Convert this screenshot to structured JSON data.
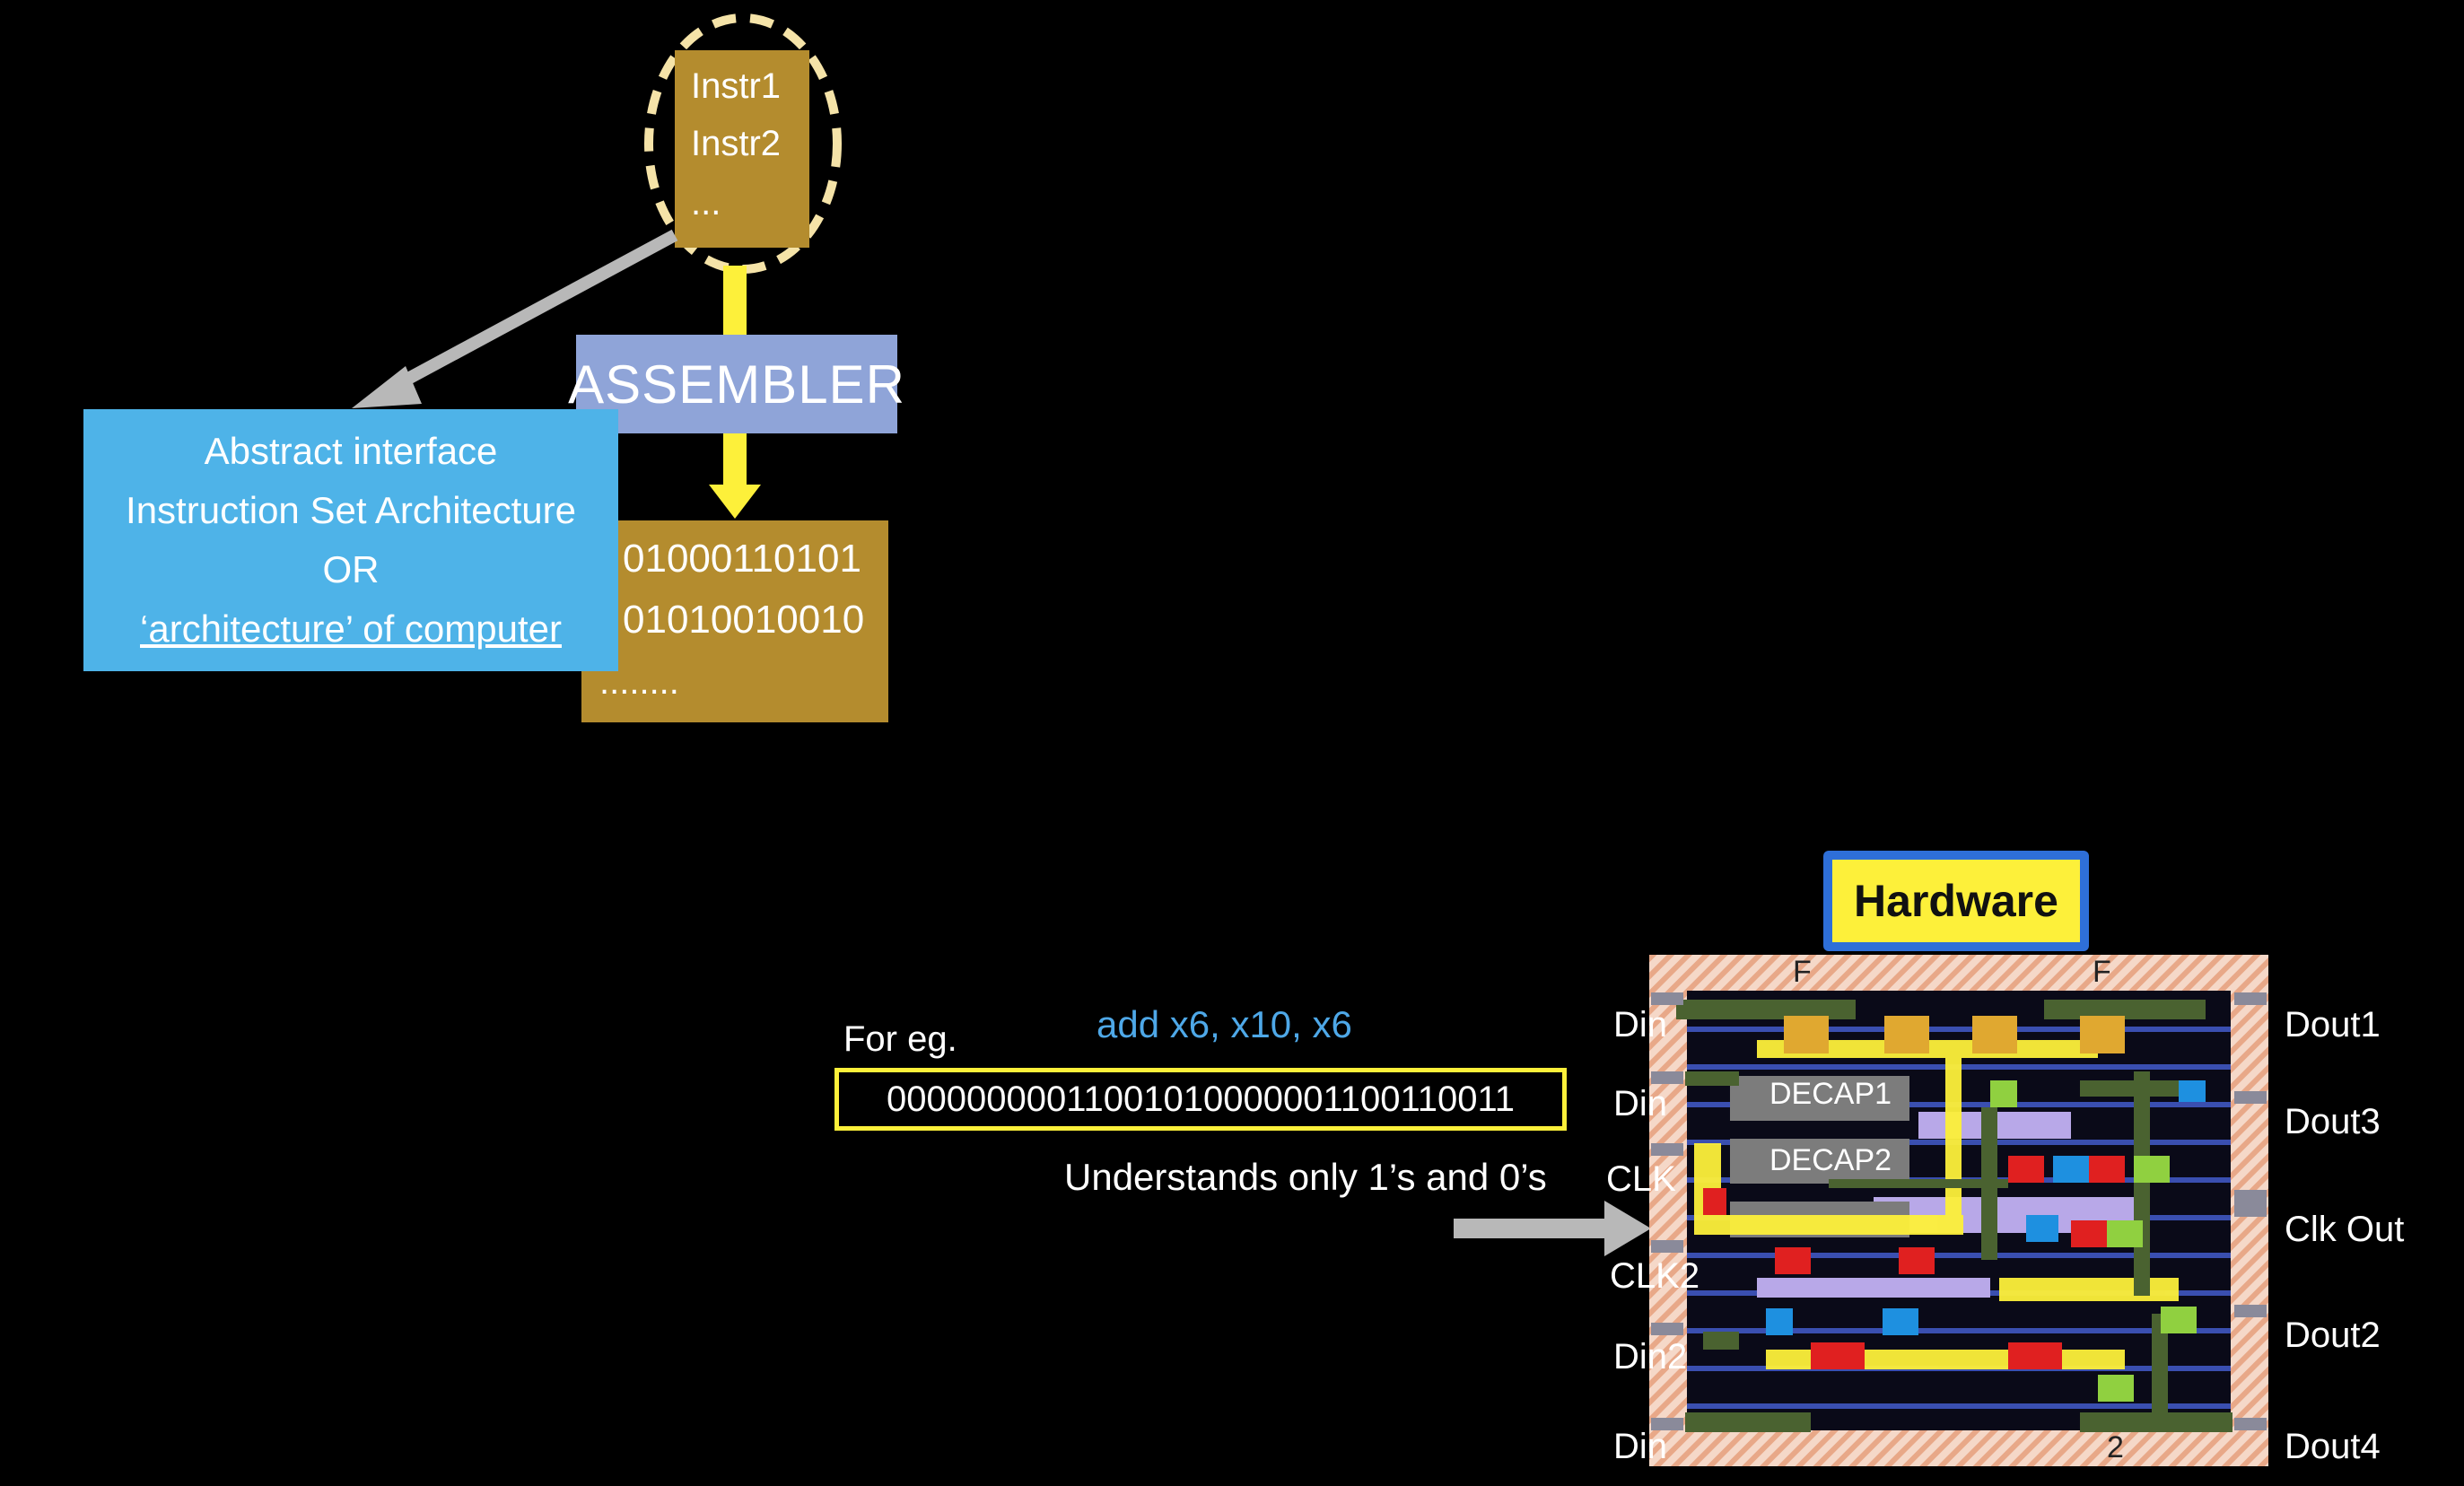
{
  "instr_box": {
    "line1": "Instr1",
    "line2": "Instr2",
    "line3": "..."
  },
  "assembler": {
    "label": "ASSEMBLER"
  },
  "binary_box": {
    "line1": "01000110101",
    "line2": "01010010010",
    "line3": "........"
  },
  "abstract_box": {
    "line1": "Abstract interface",
    "line2": "Instruction Set Architecture",
    "line3": "OR",
    "line4": "‘architecture’ of computer"
  },
  "example": {
    "prefix": "For eg.",
    "instruction": "add x6, x10, x6",
    "machine_code": "00000000011001010000001100110011",
    "note": "Understands only 1’s and 0’s"
  },
  "hardware": {
    "title": "Hardware",
    "left_pins": [
      "Din",
      "Din",
      "CLK",
      "CLK2",
      "Din2",
      "Din"
    ],
    "right_pins": [
      "Dout1",
      "Dout3",
      "Clk Out",
      "Dout2",
      "Dout4"
    ],
    "cells": [
      "DECAP1",
      "DECAP2"
    ],
    "top_labels": [
      "F",
      "F"
    ],
    "bottom_label": "2"
  },
  "colors": {
    "gold": "#b48c2e",
    "assembler": "#8fa4d8",
    "abstract": "#4eb3e8",
    "accent_yellow": "#fdf03a",
    "instruction_blue": "#4ea8e8"
  }
}
